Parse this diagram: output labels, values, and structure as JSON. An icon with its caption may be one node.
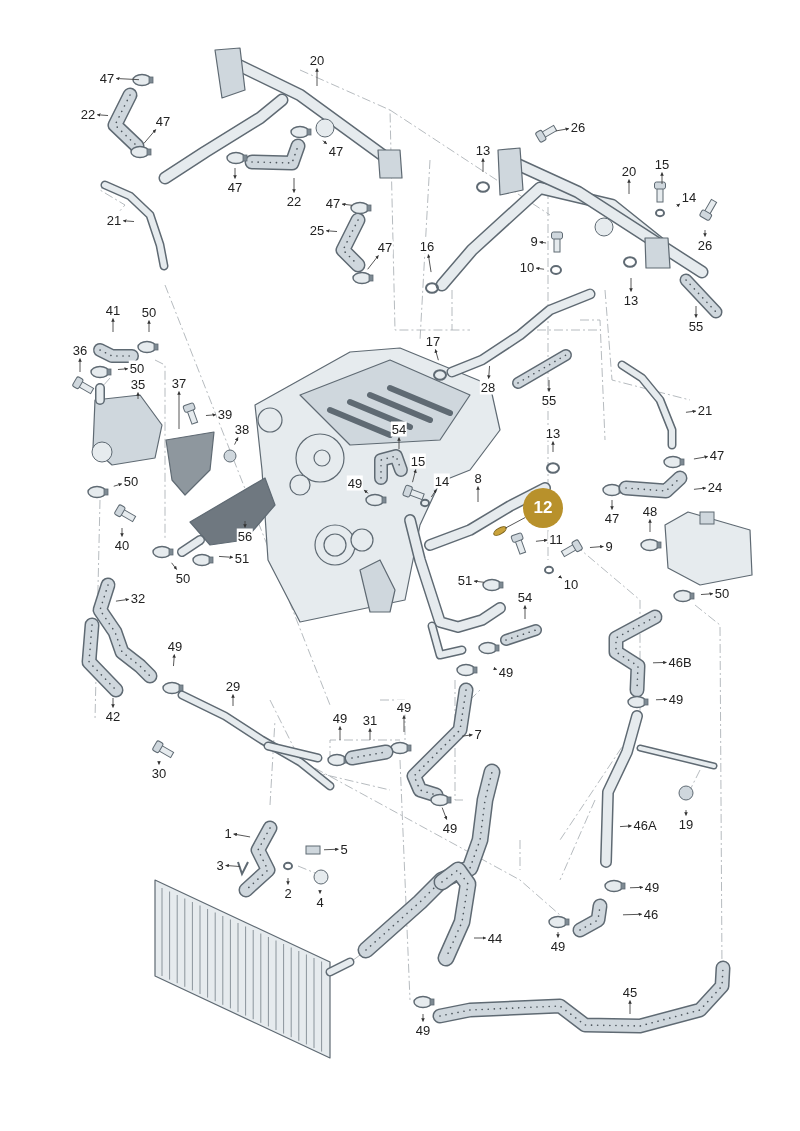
{
  "diagram": {
    "nodes": [
      {
        "text": [
          "47"
        ]
      },
      {
        "text": [
          "22"
        ]
      },
      {
        "text": [
          "47"
        ]
      },
      {
        "text": [
          "20"
        ]
      },
      {
        "text": [
          "47"
        ]
      },
      {
        "text": [
          "47"
        ]
      },
      {
        "text": [
          "22"
        ]
      },
      {
        "text": [
          "21"
        ]
      },
      {
        "text": [
          "47"
        ]
      },
      {
        "text": [
          "25"
        ]
      },
      {
        "text": [
          "47"
        ]
      },
      {
        "text": [
          "26"
        ]
      },
      {
        "text": [
          "13"
        ]
      },
      {
        "text": [
          "20"
        ]
      },
      {
        "text": [
          "15"
        ]
      },
      {
        "text": [
          "14"
        ]
      },
      {
        "text": [
          "26"
        ]
      },
      {
        "text": [
          "16"
        ]
      },
      {
        "text": [
          "9"
        ]
      },
      {
        "text": [
          "10"
        ]
      },
      {
        "text": [
          "13"
        ]
      },
      {
        "text": [
          "55"
        ]
      },
      {
        "text": [
          "17"
        ]
      },
      {
        "text": [
          "28"
        ]
      },
      {
        "text": [
          "55"
        ]
      },
      {
        "text": [
          "41"
        ]
      },
      {
        "text": [
          "50"
        ]
      },
      {
        "text": [
          "36"
        ]
      },
      {
        "text": [
          "50"
        ]
      },
      {
        "text": [
          "35"
        ]
      },
      {
        "text": [
          "37"
        ]
      },
      {
        "text": [
          "39"
        ]
      },
      {
        "text": [
          "38"
        ]
      },
      {
        "text": [
          "50"
        ]
      },
      {
        "text": [
          "40"
        ]
      },
      {
        "text": [
          "56"
        ]
      },
      {
        "text": [
          "50"
        ]
      },
      {
        "text": [
          "51"
        ]
      },
      {
        "text": [
          "32"
        ]
      },
      {
        "text": [
          "54"
        ]
      },
      {
        "text": [
          "49"
        ]
      },
      {
        "text": [
          "15"
        ]
      },
      {
        "text": [
          "14"
        ]
      },
      {
        "text": [
          "8"
        ]
      },
      {
        "text": [
          "13"
        ]
      },
      {
        "text": [
          "11"
        ]
      },
      {
        "text": [
          "9"
        ]
      },
      {
        "text": [
          "10"
        ]
      },
      {
        "text": [
          "51"
        ]
      },
      {
        "text": [
          "54"
        ]
      },
      {
        "text": [
          "49"
        ]
      },
      {
        "text": [
          "21"
        ]
      },
      {
        "text": [
          "47"
        ]
      },
      {
        "text": [
          "24"
        ]
      },
      {
        "text": [
          "47"
        ]
      },
      {
        "text": [
          "48"
        ]
      },
      {
        "text": [
          "50"
        ]
      },
      {
        "text": [
          "46B"
        ]
      },
      {
        "text": [
          "49"
        ]
      },
      {
        "text": [
          "19"
        ]
      },
      {
        "text": [
          "46A"
        ]
      },
      {
        "text": [
          "49"
        ]
      },
      {
        "text": [
          "46"
        ]
      },
      {
        "text": [
          "49"
        ]
      },
      {
        "text": [
          "45"
        ]
      },
      {
        "text": [
          "44"
        ]
      },
      {
        "text": [
          "49"
        ]
      },
      {
        "text": [
          "42"
        ]
      },
      {
        "text": [
          "49"
        ]
      },
      {
        "text": [
          "29"
        ]
      },
      {
        "text": [
          "30"
        ]
      },
      {
        "text": [
          "49"
        ]
      },
      {
        "text": [
          "31"
        ]
      },
      {
        "text": [
          "49"
        ]
      },
      {
        "text": [
          "7"
        ]
      },
      {
        "text": [
          "49"
        ]
      },
      {
        "text": [
          "1"
        ]
      },
      {
        "text": [
          "3"
        ]
      },
      {
        "text": [
          "5"
        ]
      },
      {
        "text": [
          "2"
        ]
      },
      {
        "text": [
          "4"
        ]
      },
      {
        "text": [
          "12"
        ]
      }
    ],
    "edges": [
      {
        "from": null,
        "to": 0,
        "arrow": "to"
      },
      {
        "from": null,
        "to": 1,
        "arrow": "to"
      },
      {
        "from": null,
        "to": 2,
        "arrow": "to"
      },
      {
        "from": null,
        "to": 3,
        "arrow": "to"
      },
      {
        "from": null,
        "to": 4,
        "arrow": "to"
      },
      {
        "from": null,
        "to": 5,
        "arrow": "to"
      },
      {
        "from": null,
        "to": 6,
        "arrow": "to"
      },
      {
        "from": null,
        "to": 7,
        "arrow": "to"
      },
      {
        "from": null,
        "to": 8,
        "arrow": "to"
      },
      {
        "from": null,
        "to": 9,
        "arrow": "to"
      },
      {
        "from": null,
        "to": 10,
        "arrow": "to"
      },
      {
        "from": null,
        "to": 11,
        "arrow": "to"
      },
      {
        "from": null,
        "to": 12,
        "arrow": "to"
      },
      {
        "from": null,
        "to": 13,
        "arrow": "to"
      },
      {
        "from": null,
        "to": 14,
        "arrow": "to"
      },
      {
        "from": null,
        "to": 15,
        "arrow": "to"
      },
      {
        "from": null,
        "to": 16,
        "arrow": "to"
      },
      {
        "from": null,
        "to": 17,
        "arrow": "to"
      },
      {
        "from": null,
        "to": 18,
        "arrow": "to"
      },
      {
        "from": null,
        "to": 19,
        "arrow": "to"
      },
      {
        "from": null,
        "to": 20,
        "arrow": "to"
      },
      {
        "from": null,
        "to": 21,
        "arrow": "to"
      },
      {
        "from": null,
        "to": 22,
        "arrow": "to"
      },
      {
        "from": null,
        "to": 23,
        "arrow": "to"
      },
      {
        "from": null,
        "to": 24,
        "arrow": "to"
      },
      {
        "from": null,
        "to": 25,
        "arrow": "to"
      },
      {
        "from": null,
        "to": 26,
        "arrow": "to"
      },
      {
        "from": null,
        "to": 27,
        "arrow": "to"
      },
      {
        "from": null,
        "to": 28,
        "arrow": "to"
      },
      {
        "from": null,
        "to": 29,
        "arrow": "to"
      },
      {
        "from": null,
        "to": 30,
        "arrow": "to"
      },
      {
        "from": null,
        "to": 31,
        "arrow": "to"
      },
      {
        "from": null,
        "to": 32,
        "arrow": "to"
      },
      {
        "from": null,
        "to": 33,
        "arrow": "to"
      },
      {
        "from": null,
        "to": 34,
        "arrow": "to"
      },
      {
        "from": null,
        "to": 35,
        "arrow": "to"
      },
      {
        "from": null,
        "to": 36,
        "arrow": "to"
      },
      {
        "from": null,
        "to": 37,
        "arrow": "to"
      },
      {
        "from": null,
        "to": 38,
        "arrow": "to"
      },
      {
        "from": null,
        "to": 39,
        "arrow": "to"
      },
      {
        "from": null,
        "to": 40,
        "arrow": "to"
      },
      {
        "from": null,
        "to": 41,
        "arrow": "to"
      },
      {
        "from": null,
        "to": 42,
        "arrow": "to"
      },
      {
        "from": null,
        "to": 43,
        "arrow": "to"
      },
      {
        "from": null,
        "to": 44,
        "arrow": "to"
      },
      {
        "from": null,
        "to": 45,
        "arrow": "to"
      },
      {
        "from": null,
        "to": 46,
        "arrow": "to"
      },
      {
        "from": null,
        "to": 47,
        "arrow": "to"
      },
      {
        "from": null,
        "to": 48,
        "arrow": "to"
      },
      {
        "from": null,
        "to": 49,
        "arrow": "to"
      },
      {
        "from": null,
        "to": 50,
        "arrow": "to"
      },
      {
        "from": null,
        "to": 51,
        "arrow": "to"
      },
      {
        "from": null,
        "to": 52,
        "arrow": "to"
      },
      {
        "from": null,
        "to": 53,
        "arrow": "to"
      },
      {
        "from": null,
        "to": 54,
        "arrow": "to"
      },
      {
        "from": null,
        "to": 55,
        "arrow": "to"
      },
      {
        "from": null,
        "to": 56,
        "arrow": "to"
      },
      {
        "from": null,
        "to": 57,
        "arrow": "to"
      },
      {
        "from": null,
        "to": 58,
        "arrow": "to"
      },
      {
        "from": null,
        "to": 59,
        "arrow": "to"
      },
      {
        "from": null,
        "to": 60,
        "arrow": "to"
      },
      {
        "from": null,
        "to": 61,
        "arrow": "to"
      },
      {
        "from": null,
        "to": 62,
        "arrow": "to"
      },
      {
        "from": null,
        "to": 63,
        "arrow": "to"
      },
      {
        "from": null,
        "to": 64,
        "arrow": "to"
      },
      {
        "from": null,
        "to": 65,
        "arrow": "to"
      },
      {
        "from": null,
        "to": 66,
        "arrow": "to"
      },
      {
        "from": null,
        "to": 67,
        "arrow": "to"
      },
      {
        "from": null,
        "to": 68,
        "arrow": "to"
      },
      {
        "from": null,
        "to": 69,
        "arrow": "to"
      },
      {
        "from": null,
        "to": 70,
        "arrow": "to"
      },
      {
        "from": null,
        "to": 71,
        "arrow": "to"
      },
      {
        "from": null,
        "to": 72,
        "arrow": "to"
      },
      {
        "from": null,
        "to": 73,
        "arrow": "to"
      },
      {
        "from": null,
        "to": 74,
        "arrow": "to"
      },
      {
        "from": null,
        "to": 75,
        "arrow": "to"
      },
      {
        "from": null,
        "to": 76,
        "arrow": "to"
      },
      {
        "from": null,
        "to": 77,
        "arrow": "to"
      },
      {
        "from": null,
        "to": 78,
        "arrow": "to"
      },
      {
        "from": null,
        "to": 79,
        "arrow": "to"
      },
      {
        "from": null,
        "to": 80,
        "arrow": "to"
      },
      {
        "from": 81,
        "to": null,
        "arrow": "none"
      }
    ]
  }
}
